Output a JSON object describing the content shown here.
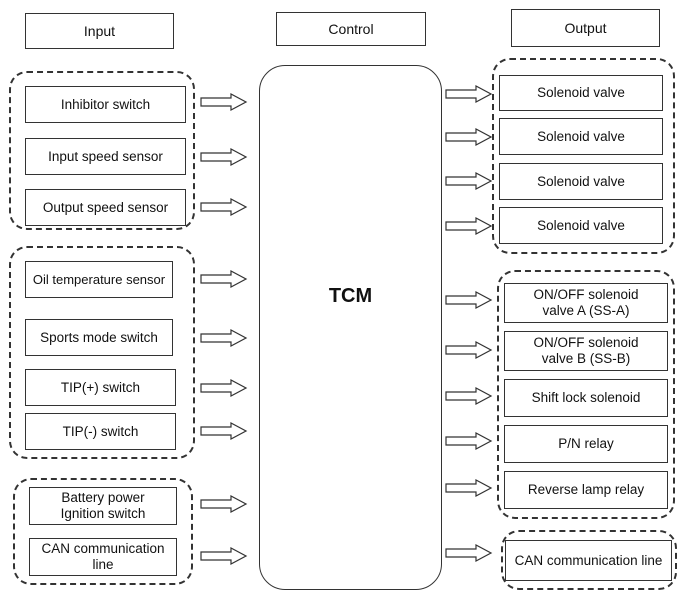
{
  "headers": {
    "input": "Input",
    "control": "Control",
    "output": "Output"
  },
  "tcm_label": "TCM",
  "inputs": [
    "Inhibitor switch",
    "Input speed sensor",
    "Output speed sensor",
    "Oil temperature sensor",
    "Sports mode switch",
    "TIP(+) switch",
    "TIP(-) switch",
    "Battery power\nIgnition switch",
    "CAN communication\nline"
  ],
  "outputs": [
    "Solenoid valve",
    "Solenoid valve",
    "Solenoid valve",
    "Solenoid valve",
    "ON/OFF solenoid\nvalve A (SS-A)",
    "ON/OFF solenoid\nvalve B (SS-B)",
    "Shift lock solenoid",
    "P/N relay",
    "Reverse lamp relay",
    "CAN communication line"
  ]
}
